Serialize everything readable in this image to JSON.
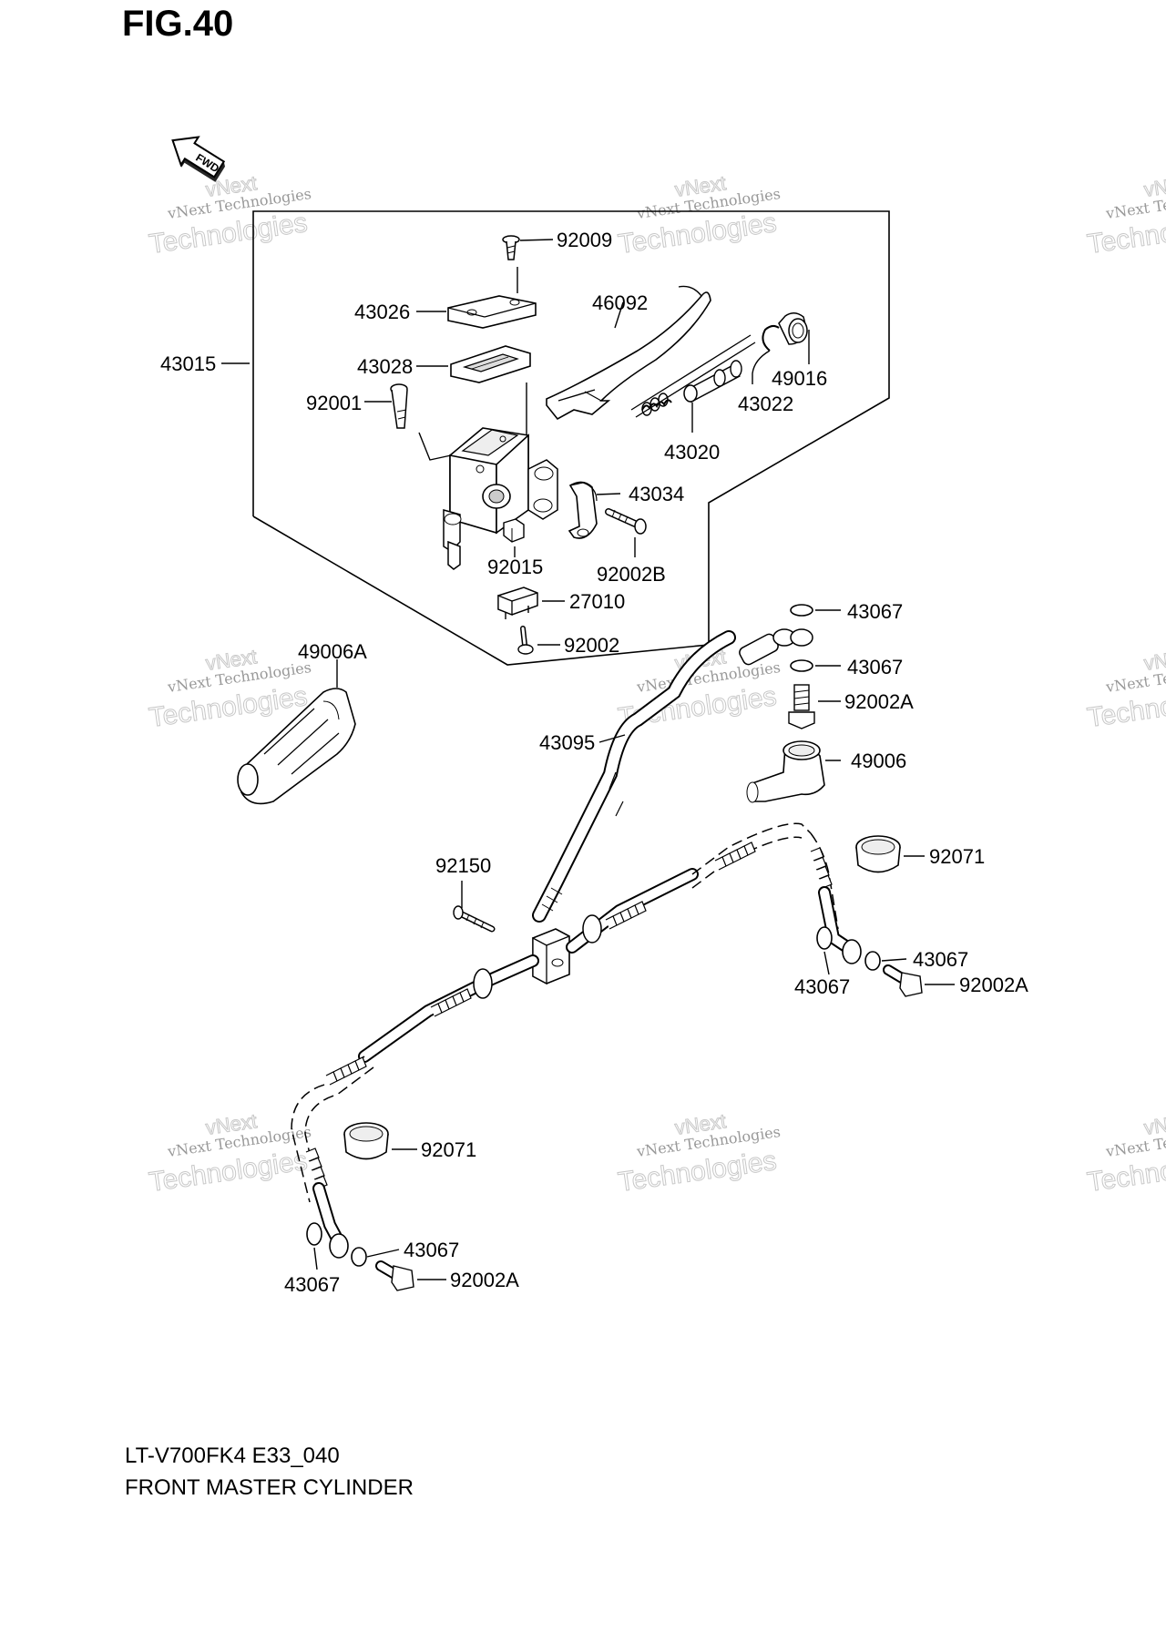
{
  "figure": {
    "title": "FIG.40",
    "model_code": "LT-V700FK4 E33_040",
    "assembly_name": "FRONT MASTER CYLINDER",
    "direction_arrow_text": "FWD"
  },
  "watermark": {
    "line1": "vNext Technologies",
    "line2": "Technologies",
    "line3": "vNext"
  },
  "parts": {
    "p92009": "92009",
    "p43026": "43026",
    "p46092": "46092",
    "p43015": "43015",
    "p43028": "43028",
    "p49016": "49016",
    "p92001": "92001",
    "p43022": "43022",
    "p43020": "43020",
    "p43034": "43034",
    "p92015": "92015",
    "p92002B": "92002B",
    "p27010": "27010",
    "p92002": "92002",
    "p43067a": "43067",
    "p49006A": "49006A",
    "p43067b": "43067",
    "p92002Aa": "92002A",
    "p43095": "43095",
    "p49006": "49006",
    "p92071a": "92071",
    "p92150": "92150",
    "p43067c": "43067",
    "p43067d": "43067",
    "p92002Ab": "92002A",
    "p92071b": "92071",
    "p43067e": "43067",
    "p43067f": "43067",
    "p92002Ac": "92002A"
  }
}
